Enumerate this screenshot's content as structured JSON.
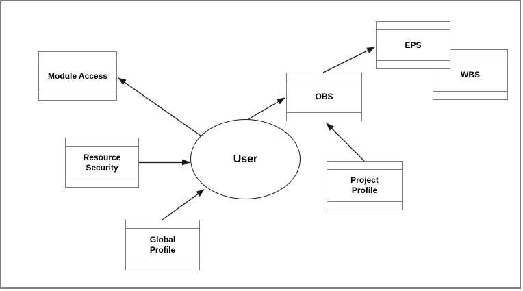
{
  "diagram": {
    "type": "entity-relationship",
    "nodes": {
      "module_access": {
        "label": "Module Access"
      },
      "resource_security": {
        "label": "Resource\nSecurity"
      },
      "global_profile": {
        "label": "Global\nProfile"
      },
      "user": {
        "label": "User"
      },
      "obs": {
        "label": "OBS"
      },
      "project_profile": {
        "label": "Project\nProfile"
      },
      "eps": {
        "label": "EPS"
      },
      "wbs": {
        "label": "WBS"
      }
    },
    "edges": [
      {
        "from": "user",
        "to": "module_access",
        "style": "arrow"
      },
      {
        "from": "resource_security",
        "to": "user",
        "style": "arrow-thick"
      },
      {
        "from": "global_profile",
        "to": "user",
        "style": "arrow"
      },
      {
        "from": "user",
        "to": "obs",
        "style": "arrow"
      },
      {
        "from": "project_profile",
        "to": "obs",
        "style": "arrow"
      },
      {
        "from": "obs",
        "to": "eps",
        "style": "arrow"
      }
    ],
    "overlaps": [
      {
        "front": "eps",
        "behind": "wbs"
      }
    ],
    "colors": {
      "background": "#ffffff",
      "frame": "#7d7d7d",
      "box_border": "#7a7a7a",
      "line": "#1a1a1a",
      "text": "#000000"
    }
  }
}
